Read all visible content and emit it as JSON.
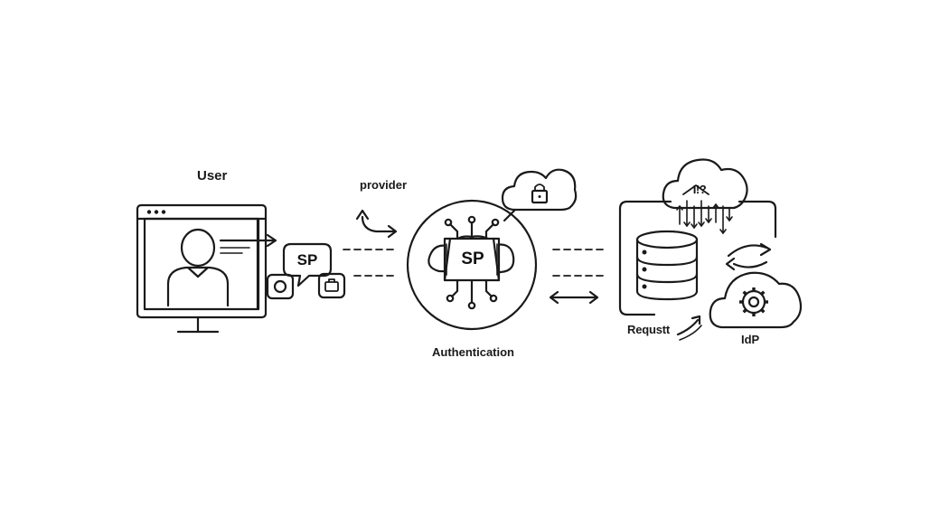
{
  "labels": {
    "user": "User",
    "provider": "provider",
    "authentication": "Authentication",
    "request": "Requstt",
    "idp": "IdP"
  },
  "badges": {
    "sp_small": "SP",
    "sp_hub": "SP",
    "cloud_glyph": "I!?"
  },
  "icons": {
    "user_monitor": "monitor-user-icon",
    "arrow": "arrow-right-icon",
    "chat": "chat-bubble-icon",
    "camera": "camera-icon",
    "briefcase": "briefcase-icon",
    "curved_arrow": "curved-arrow-icon",
    "hub": "sp-hub-icon",
    "lock_cloud": "lock-cloud-icon",
    "bidirectional": "bidirectional-arrow-icon",
    "database": "database-icon",
    "data_cloud": "data-cloud-icon",
    "sync": "sync-arrows-icon",
    "gear_cloud": "gear-cloud-icon"
  },
  "colors": {
    "stroke": "#1a1a1a",
    "background": "#ffffff"
  }
}
